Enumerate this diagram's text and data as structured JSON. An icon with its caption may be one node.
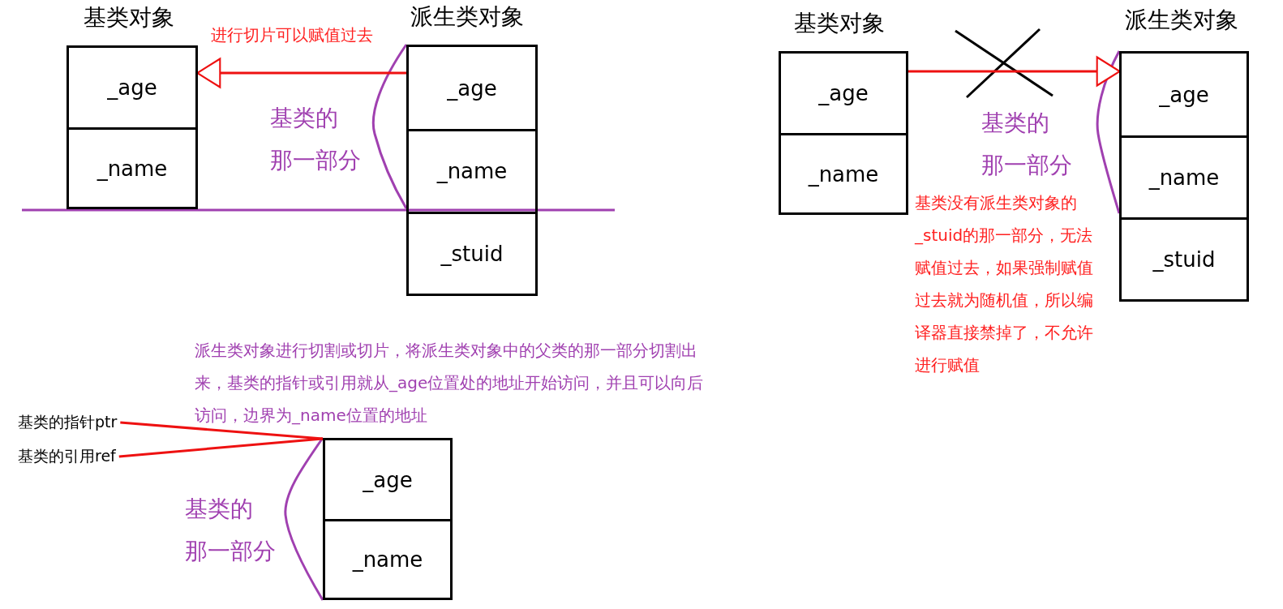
{
  "diagram": {
    "nodes": [
      {
        "text": [
          "基类对象"
        ]
      },
      {
        "text": [
          "_age"
        ],
        "in": 0
      },
      {
        "text": [
          "_name"
        ],
        "in": 0
      },
      {
        "text": [
          "派生类对象"
        ]
      },
      {
        "text": [
          "_age"
        ],
        "in": 3
      },
      {
        "text": [
          "_name"
        ],
        "in": 3
      },
      {
        "text": [
          "_stuid"
        ],
        "in": 3
      },
      {
        "text": [
          "基类对象"
        ]
      },
      {
        "text": [
          "_age"
        ],
        "in": 7
      },
      {
        "text": [
          "_name"
        ],
        "in": 7
      },
      {
        "text": [
          "派生类对象"
        ]
      },
      {
        "text": [
          "_age"
        ],
        "in": 10
      },
      {
        "text": [
          "_name"
        ],
        "in": 10
      },
      {
        "text": [
          "_stuid"
        ],
        "in": 10
      },
      {
        "text": [
          "基类的指针ptr"
        ]
      },
      {
        "text": [
          "基类的引用ref"
        ]
      },
      {
        "text": [],
        "shape": "box"
      },
      {
        "text": [
          "_age"
        ],
        "in": 16
      },
      {
        "text": [
          "_name"
        ],
        "in": 16
      }
    ],
    "edges": [
      {
        "from": 3,
        "to": 0,
        "arrow": "to",
        "label": "进行切片可以赋值过去"
      },
      {
        "from": 7,
        "to": 10,
        "arrow": "to"
      },
      {
        "from": 14,
        "to": 16,
        "arrow": "none"
      },
      {
        "from": 15,
        "to": 16,
        "arrow": "none"
      }
    ],
    "labels": [
      "基类的那一部分",
      "基类的那一部分",
      "基类没有派生类对象的_stuid的那一部分，无法赋值过去，如果强制赋值过去就为随机值，所以编译器直接禁掉了，不允许进行赋值",
      "派生类对象进行切割或切片，将派生类对象中的父类的那一部分切割出来，基类的指针或引用就从_age位置处的地址开始访问，并且可以向后访问，边界为_name位置的地址",
      "基类的那一部分"
    ]
  }
}
